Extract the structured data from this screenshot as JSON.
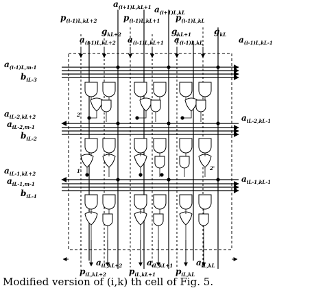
{
  "caption": {
    "text": "Modified version of  (i,k) th cell of Fig. 5."
  },
  "diagram": {
    "top_labels": [
      {
        "main": "a",
        "sub": "(i+1)L,kL+1"
      },
      {
        "main": "p",
        "sub": "(i-1)L,kL+2"
      },
      {
        "main": "p",
        "sub": "(i-1)L,kL+1"
      },
      {
        "main": "a",
        "sub": "(i+1)L,kL"
      },
      {
        "main": "p",
        "sub": "(i-1)L,kL"
      },
      {
        "main": "g",
        "sub": "kL+2"
      },
      {
        "main": "g",
        "sub": "kL+1"
      },
      {
        "main": "g",
        "sub": "kL"
      },
      {
        "main": "a",
        "sub": "(i-1)L,kL+2"
      },
      {
        "main": "a",
        "sub": "(i-1)L,kL+1"
      },
      {
        "main": "a",
        "sub": "(i-1)L,kL"
      },
      {
        "main": "a",
        "sub": "(i-1)L,kL-1"
      }
    ],
    "left_labels": [
      {
        "main": "a",
        "sub": "(i-1)L,m-1"
      },
      {
        "main": "b",
        "sub": "iL-3"
      },
      {
        "main": "a",
        "sub": "iL-2,kL+2"
      },
      {
        "main": "a",
        "sub": "iL-2,m-1"
      },
      {
        "main": "b",
        "sub": "iL-2"
      },
      {
        "main": "a",
        "sub": "iL-1,kL+2"
      },
      {
        "main": "a",
        "sub": "iL-1,m-1"
      },
      {
        "main": "b",
        "sub": "iL-1"
      }
    ],
    "right_labels": [
      {
        "main": "a",
        "sub": "iL-2,kL-1"
      },
      {
        "main": "a",
        "sub": "iL-1,kL-1"
      }
    ],
    "bottom_labels": [
      {
        "main": "p",
        "sub": "iL,kL+2"
      },
      {
        "main": "a",
        "sub": "iL,kL+2"
      },
      {
        "main": "p",
        "sub": "iL,kL+1"
      },
      {
        "main": "a",
        "sub": "iL,kL+1"
      },
      {
        "main": "p",
        "sub": "iL,kL"
      },
      {
        "main": "a",
        "sub": "iL,kL"
      }
    ],
    "small_marks": [
      "2",
      "1'",
      "2'"
    ]
  }
}
